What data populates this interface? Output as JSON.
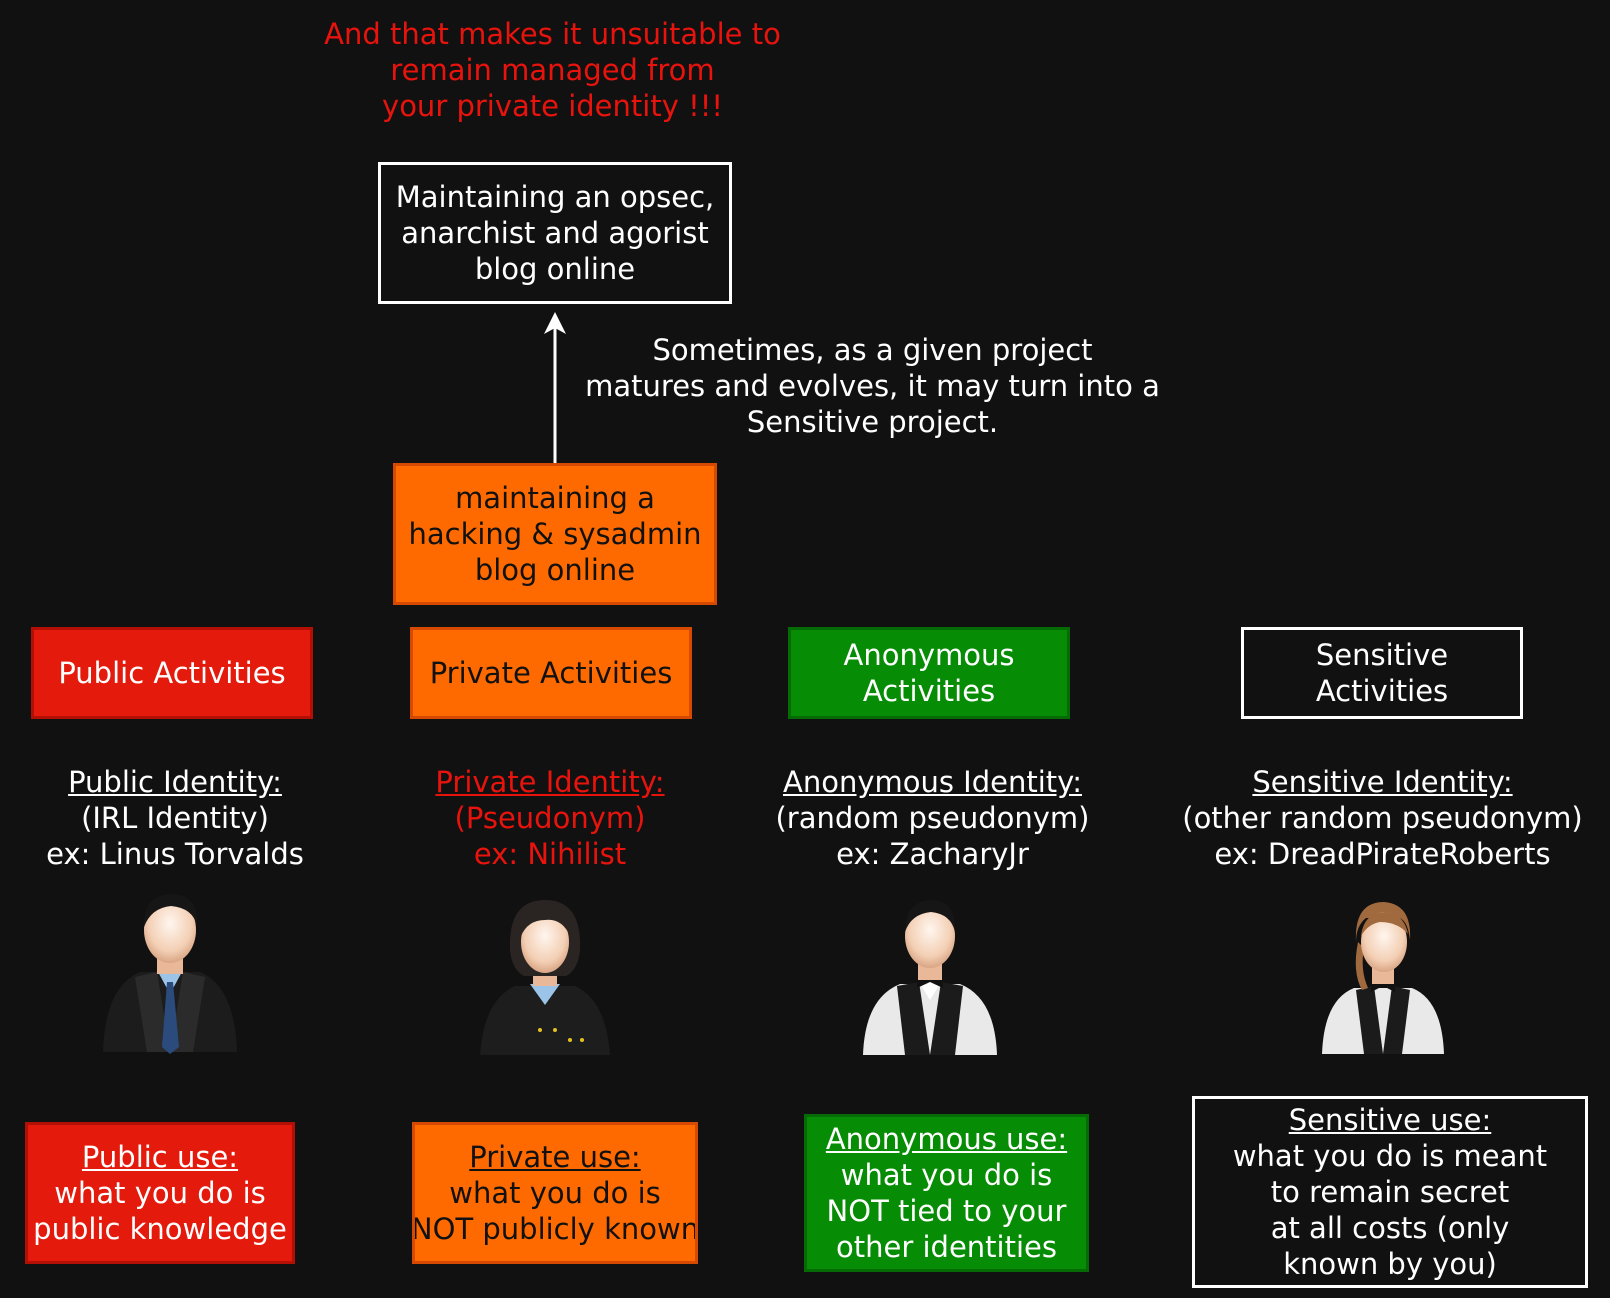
{
  "warning": {
    "lines": [
      "And that makes it unsuitable to",
      "remain managed from",
      "your private identity !!!"
    ]
  },
  "sensitive_project": {
    "lines": [
      "Maintaining an opsec,",
      "anarchist and agorist",
      "blog online"
    ]
  },
  "arrow_note": {
    "lines": [
      "Sometimes, as a given project",
      "matures and evolves, it may turn into a",
      "Sensitive project."
    ]
  },
  "private_project": {
    "lines": [
      "maintaining a",
      "hacking & sysadmin",
      "blog online"
    ]
  },
  "columns": [
    {
      "activity": [
        "Public Activities"
      ],
      "identity_title": "Public Identity:",
      "identity_lines": [
        "(IRL Identity)",
        "ex: Linus Torvalds"
      ],
      "avatar": "man-in-suit-avatar",
      "use_title": "Public use:",
      "use_lines": [
        "what you do is",
        "public knowledge"
      ],
      "color": "#e41a0c"
    },
    {
      "activity": [
        "Private Activities"
      ],
      "identity_title": "Private Identity:",
      "identity_lines": [
        "(Pseudonym)",
        "ex: Nihilist"
      ],
      "avatar": "woman-in-uniform-avatar",
      "use_title": "Private use:",
      "use_lines": [
        "what you do is",
        "NOT publicly known"
      ],
      "color": "#ff6a00"
    },
    {
      "activity": [
        "Anonymous",
        "Activities"
      ],
      "identity_title": "Anonymous Identity:",
      "identity_lines": [
        "(random pseudonym)",
        "ex: ZacharyJr"
      ],
      "avatar": "waiter-man-avatar",
      "use_title": "Anonymous use:",
      "use_lines": [
        "what you do is",
        "NOT tied to your",
        "other identities"
      ],
      "color": "#078c05"
    },
    {
      "activity": [
        "Sensitive",
        "Activities"
      ],
      "identity_title": "Sensitive Identity:",
      "identity_lines": [
        "(other random pseudonym)",
        "ex: DreadPirateRoberts"
      ],
      "avatar": "waiter-woman-avatar",
      "use_title": "Sensitive use:",
      "use_lines": [
        "what you do is meant",
        "to remain secret",
        "at all costs (only",
        "known by you)"
      ],
      "color": "#111111"
    }
  ]
}
